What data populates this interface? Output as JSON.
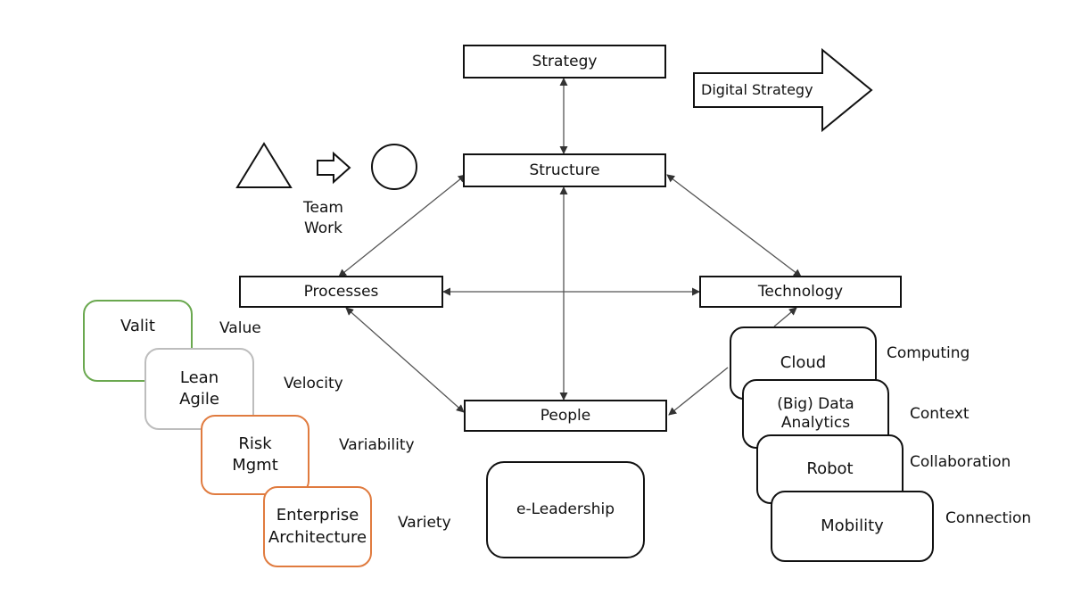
{
  "nodes": {
    "strategy": "Strategy",
    "structure": "Structure",
    "processes": "Processes",
    "technology": "Technology",
    "people": "People",
    "digital_strategy": "Digital Strategy",
    "team_work": [
      "Team",
      "Work"
    ],
    "e_leadership": "e-Leadership"
  },
  "left_stack": [
    {
      "lines": [
        "Valit"
      ],
      "label": "Value"
    },
    {
      "lines": [
        "Lean",
        "Agile"
      ],
      "label": "Velocity"
    },
    {
      "lines": [
        "Risk",
        "Mgmt"
      ],
      "label": "Variability"
    },
    {
      "lines": [
        "Enterprise",
        "Architecture"
      ],
      "label": "Variety"
    }
  ],
  "right_stack": [
    {
      "lines": [
        "Cloud"
      ],
      "label": "Computing"
    },
    {
      "lines": [
        "(Big) Data",
        "Analytics"
      ],
      "label": "Context"
    },
    {
      "lines": [
        "Robot"
      ],
      "label": "Collaboration"
    },
    {
      "lines": [
        "Mobility"
      ],
      "label": "Connection"
    }
  ],
  "colors": {
    "valit": "#6aa84f",
    "lean": "#bdbdbd",
    "risk": "#e07b3f",
    "ea": "#e07b3f"
  }
}
